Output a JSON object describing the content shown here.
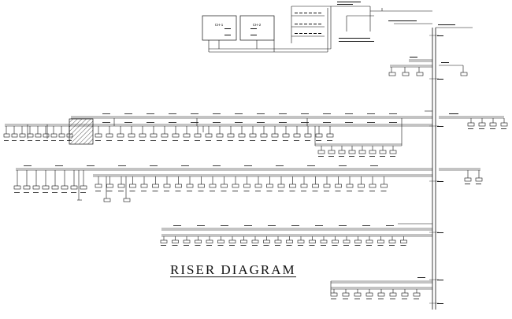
{
  "title": "RISER DIAGRAM",
  "chillers": [
    {
      "label": "CH-1"
    },
    {
      "label": "CH-2"
    }
  ],
  "colors": {
    "line": "#111111",
    "background": "#ffffff"
  }
}
